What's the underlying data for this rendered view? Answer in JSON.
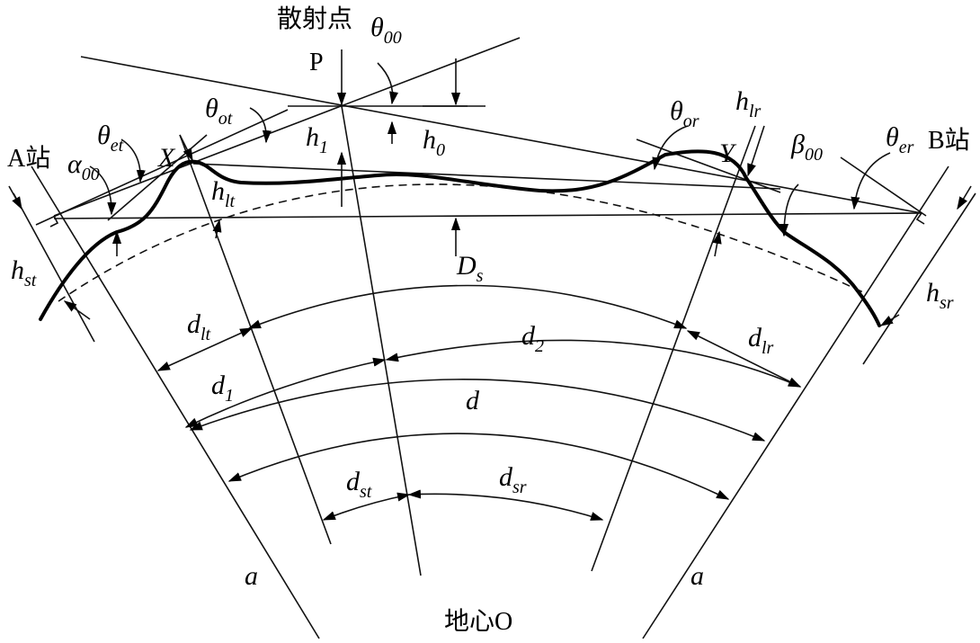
{
  "labels": {
    "scatter_point": "散射点",
    "P": "P",
    "theta00": "θ",
    "theta00_sub": "00",
    "theta_ot": "θ",
    "theta_ot_sub": "ot",
    "theta_et": "θ",
    "theta_et_sub": "et",
    "alpha00": "α",
    "alpha00_sub": "00",
    "station_A": "A站",
    "X": "X",
    "h1": "h",
    "h1_sub": "1",
    "h0": "h",
    "h0_sub": "0",
    "h_lt": "h",
    "h_lt_sub": "lt",
    "h_st": "h",
    "h_st_sub": "st",
    "theta_or": "θ",
    "theta_or_sub": "or",
    "h_lr": "h",
    "h_lr_sub": "lr",
    "Y": "Y",
    "beta00": "β",
    "beta00_sub": "00",
    "theta_er": "θ",
    "theta_er_sub": "er",
    "station_B": "B站",
    "h_sr": "h",
    "h_sr_sub": "sr",
    "Ds": "D",
    "Ds_sub": "s",
    "d_lt": "d",
    "d_lt_sub": "lt",
    "d2": "d",
    "d2_sub": "2",
    "d_lr": "d",
    "d_lr_sub": "lr",
    "d1": "d",
    "d1_sub": "1",
    "d": "d",
    "d_st": "d",
    "d_st_sub": "st",
    "d_sr": "d",
    "d_sr_sub": "sr",
    "a_left": "a",
    "a_right": "a",
    "earth_center": "地心O"
  }
}
